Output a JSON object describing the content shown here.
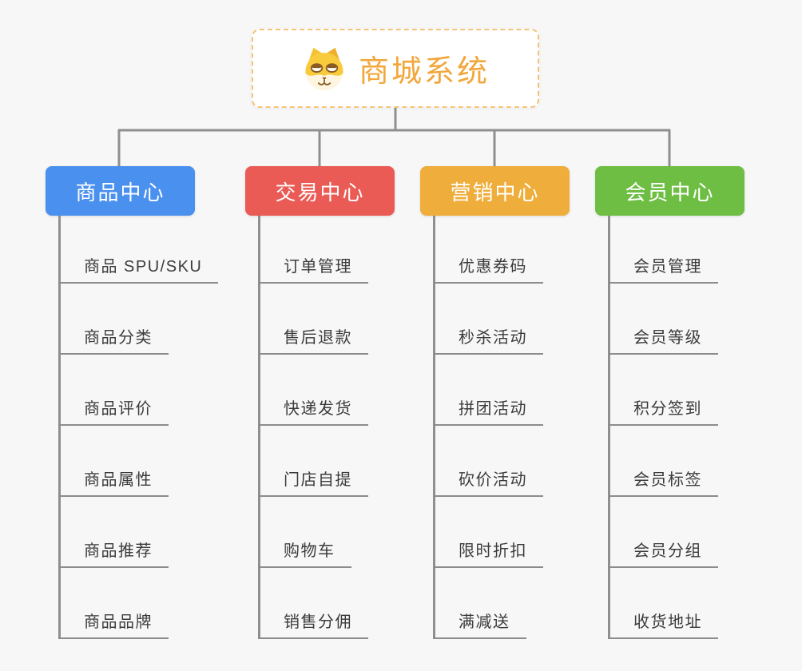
{
  "root": {
    "title": "商城系统",
    "icon": "dog-icon",
    "title_color": "#F1A73C",
    "border_color": "#F5C577"
  },
  "connector_color": "#8F8F8F",
  "branches": [
    {
      "label": "商品中心",
      "color": "#4A90EE",
      "items": [
        "商品 SPU/SKU",
        "商品分类",
        "商品评价",
        "商品属性",
        "商品推荐",
        "商品品牌"
      ]
    },
    {
      "label": "交易中心",
      "color": "#EA5B55",
      "items": [
        "订单管理",
        "售后退款",
        "快递发货",
        "门店自提",
        "购物车",
        "销售分佣"
      ]
    },
    {
      "label": "营销中心",
      "color": "#EFAD3B",
      "items": [
        "优惠券码",
        "秒杀活动",
        "拼团活动",
        "砍价活动",
        "限时折扣",
        "满减送"
      ]
    },
    {
      "label": "会员中心",
      "color": "#6FBE44",
      "items": [
        "会员管理",
        "会员等级",
        "积分签到",
        "会员标签",
        "会员分组",
        "收货地址"
      ]
    }
  ]
}
